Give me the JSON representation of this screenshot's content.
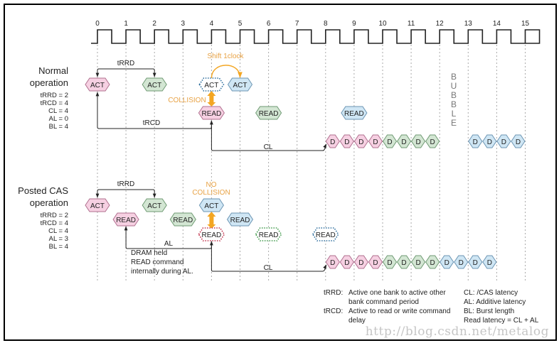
{
  "clock": {
    "cycles": [
      "0",
      "1",
      "2",
      "3",
      "4",
      "5",
      "6",
      "7",
      "8",
      "9",
      "10",
      "11",
      "12",
      "13",
      "14",
      "15"
    ]
  },
  "colors": {
    "pink_fill": "#f6d0e2",
    "pink_stroke": "#b0708f",
    "green_fill": "#d3e6d3",
    "green_stroke": "#6f9a73",
    "blue_fill": "#cfe6f4",
    "blue_stroke": "#6c95b3",
    "accent_orange": "#f3a623",
    "orange_text": "#e8a244",
    "dashed_red": "#c0304a",
    "dashed_green": "#3f9a4a",
    "dashed_blue": "#2e6f9e"
  },
  "normal": {
    "title_line1": "Normal",
    "title_line2": "operation",
    "params": [
      "tRRD = 2",
      "tRCD = 4",
      "CL = 4",
      "AL = 0",
      "BL = 4"
    ],
    "trrd_label": "tRRD",
    "trcd_label": "tRCD",
    "cl_label": "CL",
    "shift_label": "Shift 1clock",
    "collision_label": "COLLISION",
    "bubble_label": "BUBBLE",
    "commands": [
      {
        "label": "ACT",
        "cycle": 0,
        "row": 0,
        "color": "pink",
        "style": "solid"
      },
      {
        "label": "ACT",
        "cycle": 2,
        "row": 0,
        "color": "green",
        "style": "solid"
      },
      {
        "label": "ACT",
        "cycle": 4,
        "row": 0,
        "color": "blue",
        "style": "dotted"
      },
      {
        "label": "ACT",
        "cycle": 5,
        "row": 0,
        "color": "blue",
        "style": "solid"
      },
      {
        "label": "READ",
        "cycle": 4,
        "row": 1,
        "color": "pink",
        "style": "solid"
      },
      {
        "label": "READ",
        "cycle": 6,
        "row": 1,
        "color": "green",
        "style": "solid"
      },
      {
        "label": "READ",
        "cycle": 9,
        "row": 1,
        "color": "blue",
        "style": "solid"
      }
    ],
    "data_beats": [
      {
        "label": "D",
        "pos": 8.0,
        "color": "pink"
      },
      {
        "label": "D",
        "pos": 8.5,
        "color": "pink"
      },
      {
        "label": "D",
        "pos": 9.0,
        "color": "pink"
      },
      {
        "label": "D",
        "pos": 9.5,
        "color": "pink"
      },
      {
        "label": "D",
        "pos": 10.0,
        "color": "green"
      },
      {
        "label": "D",
        "pos": 10.5,
        "color": "green"
      },
      {
        "label": "D",
        "pos": 11.0,
        "color": "green"
      },
      {
        "label": "D",
        "pos": 11.5,
        "color": "green"
      },
      {
        "label": "D",
        "pos": 13.0,
        "color": "blue"
      },
      {
        "label": "D",
        "pos": 13.5,
        "color": "blue"
      },
      {
        "label": "D",
        "pos": 14.0,
        "color": "blue"
      },
      {
        "label": "D",
        "pos": 14.5,
        "color": "blue"
      }
    ]
  },
  "posted": {
    "title_line1": "Posted CAS",
    "title_line2": "operation",
    "params": [
      "tRRD = 2",
      "tRCD = 4",
      "CL = 4",
      "AL = 3",
      "BL = 4"
    ],
    "trrd_label": "tRRD",
    "al_label": "AL",
    "cl_label": "CL",
    "no_collision_line1": "NO",
    "no_collision_line2": "COLLISION",
    "note_lines": [
      "DRAM held",
      "READ command",
      "internally during AL."
    ],
    "commands": [
      {
        "label": "ACT",
        "cycle": 0,
        "row": 0,
        "color": "pink",
        "style": "solid"
      },
      {
        "label": "ACT",
        "cycle": 2,
        "row": 0,
        "color": "green",
        "style": "solid"
      },
      {
        "label": "ACT",
        "cycle": 4,
        "row": 0,
        "color": "blue",
        "style": "solid"
      },
      {
        "label": "READ",
        "cycle": 1,
        "row": 1,
        "color": "pink",
        "style": "solid"
      },
      {
        "label": "READ",
        "cycle": 3,
        "row": 1,
        "color": "green",
        "style": "solid"
      },
      {
        "label": "READ",
        "cycle": 5,
        "row": 1,
        "color": "blue",
        "style": "solid"
      },
      {
        "label": "READ",
        "cycle": 4,
        "row": 2,
        "color": "pink",
        "style": "dotted"
      },
      {
        "label": "READ",
        "cycle": 6,
        "row": 2,
        "color": "green",
        "style": "dotted"
      },
      {
        "label": "READ",
        "cycle": 8,
        "row": 2,
        "color": "blue",
        "style": "dotted"
      }
    ],
    "data_beats": [
      {
        "label": "D",
        "pos": 8.0,
        "color": "pink"
      },
      {
        "label": "D",
        "pos": 8.5,
        "color": "pink"
      },
      {
        "label": "D",
        "pos": 9.0,
        "color": "pink"
      },
      {
        "label": "D",
        "pos": 9.5,
        "color": "pink"
      },
      {
        "label": "D",
        "pos": 10.0,
        "color": "green"
      },
      {
        "label": "D",
        "pos": 10.5,
        "color": "green"
      },
      {
        "label": "D",
        "pos": 11.0,
        "color": "green"
      },
      {
        "label": "D",
        "pos": 11.5,
        "color": "green"
      },
      {
        "label": "D",
        "pos": 12.0,
        "color": "blue"
      },
      {
        "label": "D",
        "pos": 12.5,
        "color": "blue"
      },
      {
        "label": "D",
        "pos": 13.0,
        "color": "blue"
      },
      {
        "label": "D",
        "pos": 13.5,
        "color": "blue"
      }
    ]
  },
  "legend": {
    "left": [
      {
        "term": "tRRD:",
        "lines": [
          "Active one bank to active other",
          "bank command period"
        ]
      },
      {
        "term": "tRCD:",
        "lines": [
          "Active to read or write command",
          "delay"
        ]
      }
    ],
    "right": [
      "CL: /CAS latency",
      "AL: Additive latency",
      "BL: Burst length",
      "Read latency = CL + AL"
    ]
  },
  "watermark": "http://blog.csdn.net/metalog"
}
